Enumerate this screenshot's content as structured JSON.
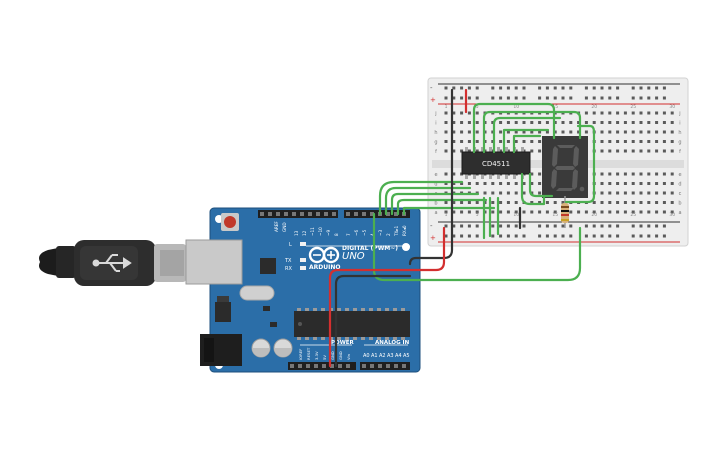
{
  "canvas": {
    "background": "#ffffff"
  },
  "colors": {
    "board": "#2b6ea8",
    "board_dark": "#1d4f7c",
    "breadboard": "#f0f0f0",
    "wire_green": "#4caf50",
    "wire_red": "#d32f2f",
    "wire_black": "#333333",
    "display_body": "#3a3a3a",
    "segment": "#5c5c5c"
  },
  "arduino": {
    "brand": "ARDUINO",
    "model": "UNO",
    "digital_label": "DIGITAL (PWM~)",
    "power_label": "POWER",
    "analog_label": "ANALOG IN",
    "led_l": "L",
    "led_tx": "TX",
    "led_rx": "RX",
    "top_left_labels": [
      "AREF",
      "GND"
    ],
    "digital_pins": [
      "13",
      "12",
      "~11",
      "~10",
      "~9",
      "8",
      "7",
      "~6",
      "~5",
      "4",
      "~3",
      "2",
      "TX▸1",
      "RX◂0"
    ],
    "power_pins": [
      "IOREF",
      "RESET",
      "3.3V",
      "5V",
      "GND",
      "GND",
      "Vin"
    ],
    "analog_pins": [
      "A0",
      "A1",
      "A2",
      "A3",
      "A4",
      "A5"
    ]
  },
  "chip": {
    "label": "CD4511"
  },
  "display": {
    "digit": "8"
  },
  "breadboard": {
    "top_rows": [
      "j",
      "i",
      "h",
      "g",
      "f"
    ],
    "bottom_rows": [
      "e",
      "d",
      "c",
      "b",
      "a"
    ],
    "column_numbers": [
      "1",
      "5",
      "10",
      "15",
      "20",
      "25",
      "30"
    ],
    "rail_plus": "+",
    "rail_minus": "-"
  }
}
